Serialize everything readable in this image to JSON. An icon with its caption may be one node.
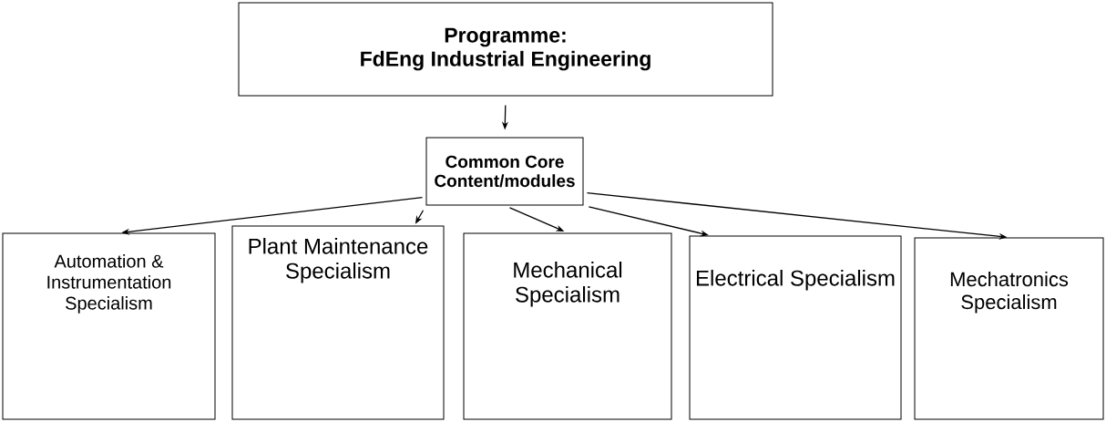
{
  "diagram": {
    "nodes": [
      {
        "text": [
          "Programme:",
          "FdEng Industrial Engineering"
        ]
      },
      {
        "text": [
          "Common Core Content/modules"
        ]
      },
      {
        "text": [
          "Automation & Instrumentation Specialism"
        ]
      },
      {
        "text": [
          "Plant Maintenance Specialism"
        ]
      },
      {
        "text": [
          "Mechanical Specialism"
        ]
      },
      {
        "text": [
          "Electrical Specialism"
        ]
      },
      {
        "text": [
          "Mechatronics Specialism"
        ]
      }
    ],
    "edges": [
      {
        "from": 0,
        "to": 1,
        "arrow": "to"
      },
      {
        "from": 1,
        "to": 2,
        "arrow": "to"
      },
      {
        "from": 1,
        "to": 3,
        "arrow": "to"
      },
      {
        "from": 1,
        "to": 4,
        "arrow": "to"
      },
      {
        "from": 1,
        "to": 5,
        "arrow": "to"
      },
      {
        "from": 1,
        "to": 6,
        "arrow": "to"
      }
    ]
  }
}
